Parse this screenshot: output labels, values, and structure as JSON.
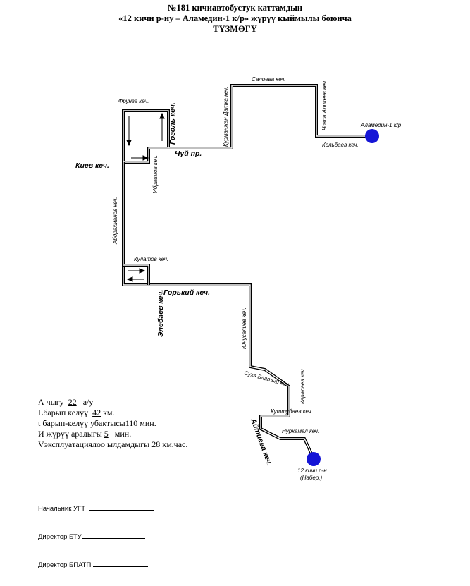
{
  "header": {
    "line1": "№181 кичиавтобустук каттамдын",
    "line2": "«12 кичи р-ну – Аламедин-1 к/р» жүрүү кыймылы боюнча",
    "line3": "ТҮЗМӨГҮ"
  },
  "streets": {
    "frunze": "Фрунзе кеч.",
    "gogol": "Гоголь кеч.",
    "kiev": "Киев кеч.",
    "ibraimov": "Ибраимов кеч.",
    "chuy": "Чуй пр.",
    "kurmanjan": "Курманжан Датка кеч.",
    "saliev": "Салиева кеч.",
    "chokon": "Чокон Аликеев кеч.",
    "kolbaev": "Кольбаев кеч.",
    "alamedin": "Аламедин-1 к/р",
    "abdrahmanov": "Абдрахманов кеч.",
    "kulatov": "Кулатов кеч.",
    "gorkiy": "Горький  кеч.",
    "elebaev": "Элебаев кеч.",
    "yunusaliev": "Юнусалиев кеч.",
    "suhe": "Сухэ Баатыр кеч.",
    "karalaev": "Каралаев кеч.",
    "kuttubaev": "Куттубаев кеч.",
    "aytiev": "Айтиева кеч.",
    "nurkamal": "Нуркамал кеч.",
    "endpoint1": "12 кичи р-н",
    "endpoint2": "(Набер.)"
  },
  "info": {
    "a_label": "А чыгу",
    "a_value": "22",
    "a_unit": "а/у",
    "l_label": "Lбарып келүү",
    "l_value": "42",
    "l_unit": "км.",
    "t_label": "t барып-келүү убактысы",
    "t_value": "110 мин.",
    "i_label": "И жүрүү аралыгы",
    "i_value": "5",
    "i_unit": "мин.",
    "v_label": "Vэксплуатациялоо ылдамдыгы",
    "v_value": "28",
    "v_unit": "км.час."
  },
  "signatures": {
    "s1": "Начальник УГТ",
    "s2": "Директор  БТУ",
    "s3": "Директор БПАТП"
  }
}
